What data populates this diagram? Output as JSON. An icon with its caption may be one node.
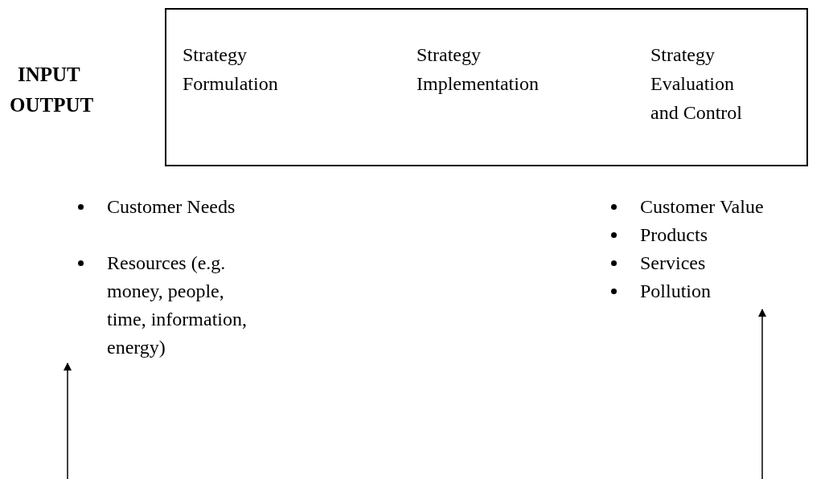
{
  "diagram": {
    "nodes": [
      {
        "text": [
          "Strategy Formulation",
          "Strategy Implementation",
          "Strategy Evaluation and Control"
        ]
      },
      {
        "text": [
          "Customer Needs",
          "Resources (e.g. money, people, time, information, energy)"
        ]
      },
      {
        "text": [
          "Customer Value",
          "Products",
          "Services",
          "Pollution"
        ]
      }
    ],
    "edges": [
      {
        "from": null,
        "to": 1,
        "arrow": "to"
      },
      {
        "from": null,
        "to": 2,
        "arrow": "to"
      }
    ],
    "labels": [
      "INPUT",
      "OUTPUT"
    ]
  }
}
